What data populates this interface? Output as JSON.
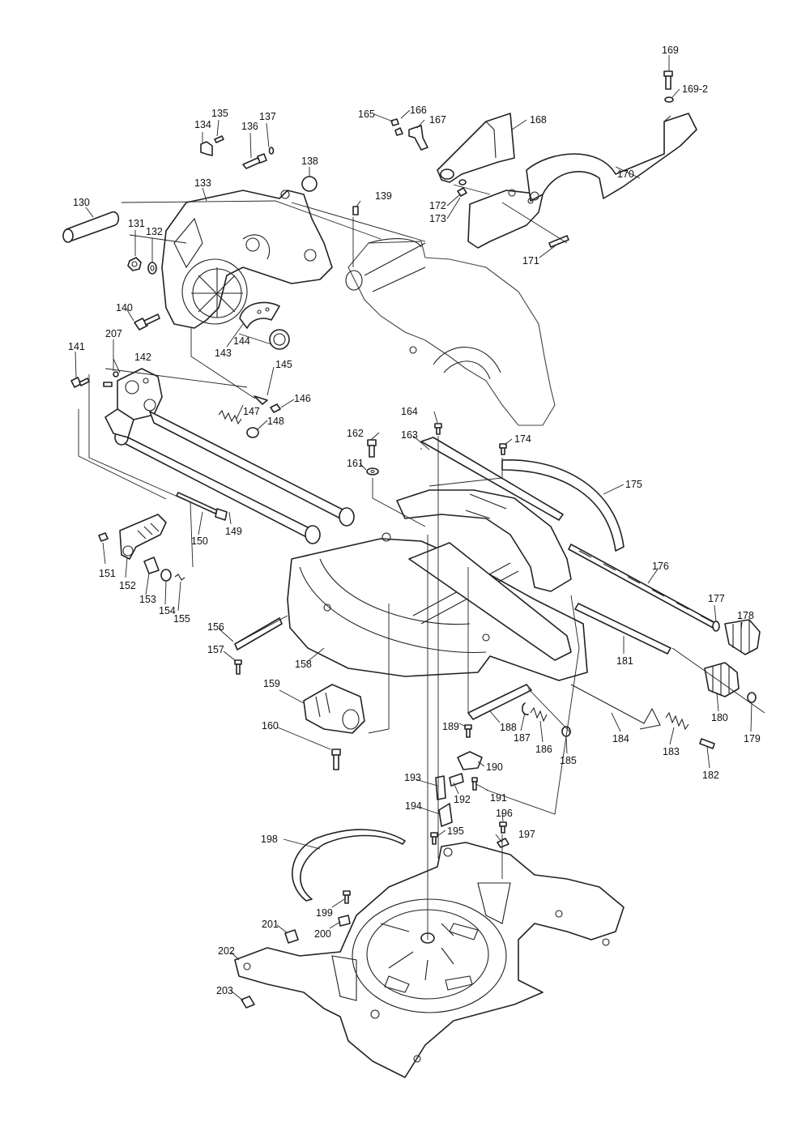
{
  "diagram": {
    "labels": [
      {
        "id": "130",
        "text": "130"
      },
      {
        "id": "131",
        "text": "131"
      },
      {
        "id": "132",
        "text": "132"
      },
      {
        "id": "133",
        "text": "133"
      },
      {
        "id": "134",
        "text": "134"
      },
      {
        "id": "135",
        "text": "135"
      },
      {
        "id": "136",
        "text": "136"
      },
      {
        "id": "137",
        "text": "137"
      },
      {
        "id": "138",
        "text": "138"
      },
      {
        "id": "139",
        "text": "139"
      },
      {
        "id": "140",
        "text": "140"
      },
      {
        "id": "141",
        "text": "141"
      },
      {
        "id": "142",
        "text": "142"
      },
      {
        "id": "143",
        "text": "143"
      },
      {
        "id": "144",
        "text": "144"
      },
      {
        "id": "145",
        "text": "145"
      },
      {
        "id": "146",
        "text": "146"
      },
      {
        "id": "147",
        "text": "147"
      },
      {
        "id": "148",
        "text": "148"
      },
      {
        "id": "149",
        "text": "149"
      },
      {
        "id": "150",
        "text": "150"
      },
      {
        "id": "151",
        "text": "151"
      },
      {
        "id": "152",
        "text": "152"
      },
      {
        "id": "153",
        "text": "153"
      },
      {
        "id": "154",
        "text": "154"
      },
      {
        "id": "155",
        "text": "155"
      },
      {
        "id": "156",
        "text": "156"
      },
      {
        "id": "157",
        "text": "157"
      },
      {
        "id": "158",
        "text": "158"
      },
      {
        "id": "159",
        "text": "159"
      },
      {
        "id": "160",
        "text": "160"
      },
      {
        "id": "161",
        "text": "161"
      },
      {
        "id": "162",
        "text": "162"
      },
      {
        "id": "163",
        "text": "163"
      },
      {
        "id": "164",
        "text": "164"
      },
      {
        "id": "165",
        "text": "165"
      },
      {
        "id": "166",
        "text": "166"
      },
      {
        "id": "167",
        "text": "167"
      },
      {
        "id": "168",
        "text": "168"
      },
      {
        "id": "169",
        "text": "169"
      },
      {
        "id": "169-2",
        "text": "169-2"
      },
      {
        "id": "170",
        "text": "170"
      },
      {
        "id": "171",
        "text": "171"
      },
      {
        "id": "172",
        "text": "172"
      },
      {
        "id": "173",
        "text": "173"
      },
      {
        "id": "174",
        "text": "174"
      },
      {
        "id": "175",
        "text": "175"
      },
      {
        "id": "176",
        "text": "176"
      },
      {
        "id": "177",
        "text": "177"
      },
      {
        "id": "178",
        "text": "178"
      },
      {
        "id": "179",
        "text": "179"
      },
      {
        "id": "180",
        "text": "180"
      },
      {
        "id": "181",
        "text": "181"
      },
      {
        "id": "182",
        "text": "182"
      },
      {
        "id": "183",
        "text": "183"
      },
      {
        "id": "184",
        "text": "184"
      },
      {
        "id": "185",
        "text": "185"
      },
      {
        "id": "186",
        "text": "186"
      },
      {
        "id": "187",
        "text": "187"
      },
      {
        "id": "188",
        "text": "188"
      },
      {
        "id": "189",
        "text": "189"
      },
      {
        "id": "190",
        "text": "190"
      },
      {
        "id": "191",
        "text": "191"
      },
      {
        "id": "192",
        "text": "192"
      },
      {
        "id": "193",
        "text": "193"
      },
      {
        "id": "194",
        "text": "194"
      },
      {
        "id": "195",
        "text": "195"
      },
      {
        "id": "196",
        "text": "196"
      },
      {
        "id": "197",
        "text": "197"
      },
      {
        "id": "198",
        "text": "198"
      },
      {
        "id": "199",
        "text": "199"
      },
      {
        "id": "200",
        "text": "200"
      },
      {
        "id": "201",
        "text": "201"
      },
      {
        "id": "202",
        "text": "202"
      },
      {
        "id": "203",
        "text": "203"
      },
      {
        "id": "207",
        "text": "207"
      }
    ]
  }
}
